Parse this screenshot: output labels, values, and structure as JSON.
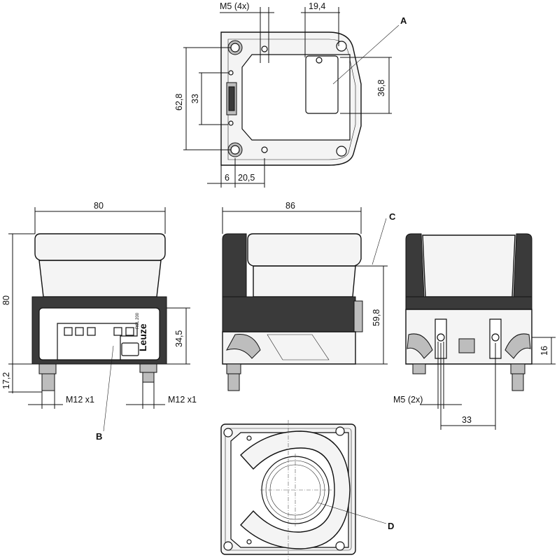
{
  "dimensions": {
    "top_m5_4x": "M5 (4x)",
    "top_19_4": "19,4",
    "top_62_8": "62,8",
    "top_33": "33",
    "top_36_8": "36,8",
    "top_6": "6",
    "top_20_5": "20,5",
    "front_80_width": "80",
    "front_80_height": "80",
    "front_17_2": "17,2",
    "front_34_5": "34,5",
    "front_m12_left": "M12 x1",
    "front_m12_right": "M12 x1",
    "side_86": "86",
    "side_59_8": "59,8",
    "rear_16": "16",
    "rear_m5_2x": "M5 (2x)",
    "rear_33": "33"
  },
  "callouts": {
    "a": "A",
    "b": "B",
    "c": "C",
    "d": "D"
  },
  "branding": {
    "logo": "Leuze",
    "model": "RSL 200"
  },
  "colors": {
    "line": "#111111",
    "fill_light": "#f4f4f4",
    "fill_dark": "#3a3a3a"
  }
}
